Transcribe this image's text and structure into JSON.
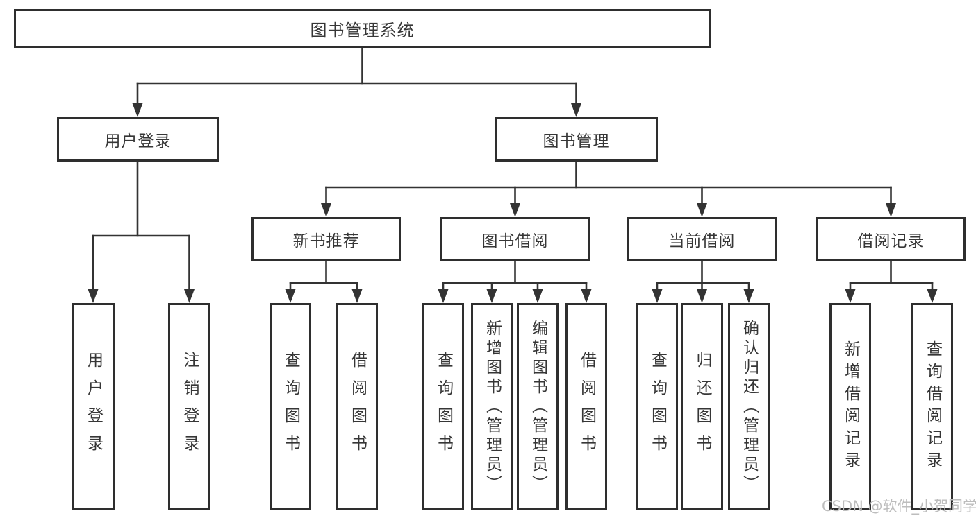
{
  "nodes": {
    "root": {
      "label": "图书管理系统"
    },
    "user_login": {
      "label": "用户登录",
      "children": {
        "login": {
          "label": "用户登录"
        },
        "logout": {
          "label": "注销登录"
        }
      }
    },
    "book_mgmt": {
      "label": "图书管理",
      "children": {
        "new_book_rec": {
          "label": "新书推荐",
          "children": {
            "query_books": {
              "label": "查询图书"
            },
            "borrow_books": {
              "label": "借阅图书"
            }
          }
        },
        "book_borrow": {
          "label": "图书借阅",
          "children": {
            "query_books": {
              "label": "查询图书"
            },
            "add_books": {
              "label": "新增图书（管理员）"
            },
            "edit_books": {
              "label": "编辑图书（管理员）"
            },
            "borrow_books": {
              "label": "借阅图书"
            }
          }
        },
        "current_borrow": {
          "label": "当前借阅",
          "children": {
            "query_books": {
              "label": "查询图书"
            },
            "return_books": {
              "label": "归还图书"
            },
            "confirm_return": {
              "label": "确认归还（管理员）"
            }
          }
        },
        "borrow_records": {
          "label": "借阅记录",
          "children": {
            "add_record": {
              "label": "新增借阅记录"
            },
            "query_record": {
              "label": "查询借阅记录"
            }
          }
        }
      }
    }
  },
  "watermark": {
    "text": "CSDN @软件_小贺同学"
  },
  "colors": {
    "background": "#ffffff",
    "box_border": "#2e2e2e",
    "line": "#333333",
    "text": "#363636",
    "watermark": "#bdbdbd"
  }
}
